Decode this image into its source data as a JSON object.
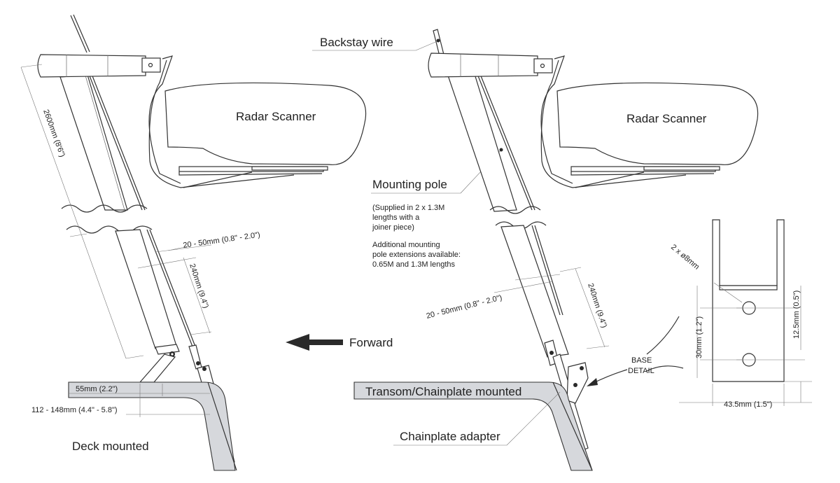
{
  "labels": {
    "backstay_wire": "Backstay wire",
    "radar_scanner_left": "Radar Scanner",
    "radar_scanner_right": "Radar Scanner",
    "mounting_pole": "Mounting pole",
    "supplied_note": [
      "(Supplied in 2 x 1.3M",
      "lengths with a",
      "joiner piece)"
    ],
    "extensions_note": [
      "Additional mounting",
      "pole extensions available:",
      "0.65M and 1.3M lengths"
    ],
    "forward": "Forward",
    "deck_mounted": "Deck mounted",
    "transom_mounted": "Transom/Chainplate mounted",
    "chainplate_adapter": "Chainplate adapter",
    "base_detail": [
      "BASE",
      "DETAIL"
    ]
  },
  "dimensions": {
    "pole_length": "2600mm (8'6\")",
    "gap_left": "20 - 50mm (0.8\" - 2.0\")",
    "bracket_left": "240mm (9.4\")",
    "foot_width": "55mm (2.2\")",
    "deck_offset": "112 - 148mm (4.4\" - 5.8\")",
    "gap_right": "20 - 50mm (0.8\" - 2.0\")",
    "bracket_right": "240mm (9.4\")",
    "holes": "2 x ø8mm",
    "hole_spacing": "30mm (1.2\")",
    "hole_edge": "12.5mm (0.5\")",
    "base_width": "43.5mm (1.5\")"
  },
  "colors": {
    "line": "#333333",
    "deck_fill": "#d6d8dc",
    "arrow": "#2a2a2a"
  }
}
